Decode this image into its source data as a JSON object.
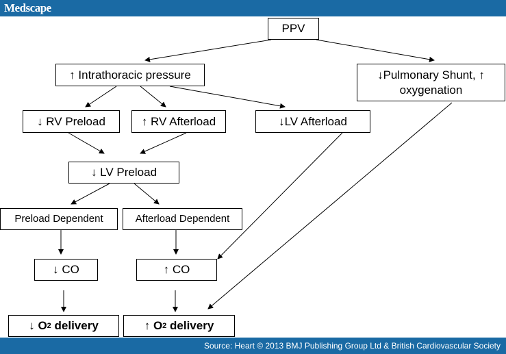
{
  "header": {
    "brand": "Medscape"
  },
  "footer": {
    "source": "Source: Heart © 2013 BMJ Publishing Group Ltd & British Cardiovascular Society"
  },
  "nodes": {
    "ppv": "PPV",
    "intrathoracic": "↑ Intrathoracic pressure",
    "pulmonary_shunt": "↓Pulmonary Shunt, ↑ oxygenation",
    "rv_preload": "↓ RV Preload",
    "rv_afterload": "↑ RV Afterload",
    "lv_afterload": "↓LV Afterload",
    "lv_preload": "↓ LV Preload",
    "preload_dependent": "Preload Dependent",
    "afterload_dependent": "Afterload Dependent",
    "co_down": "↓ CO",
    "co_up": "↑ CO",
    "o2_down": {
      "arrow": "↓ ",
      "o": "O",
      "sub": "2",
      "rest": " delivery"
    },
    "o2_up": {
      "arrow": "↑ ",
      "o": "O",
      "sub": "2",
      "rest": " delivery"
    }
  }
}
